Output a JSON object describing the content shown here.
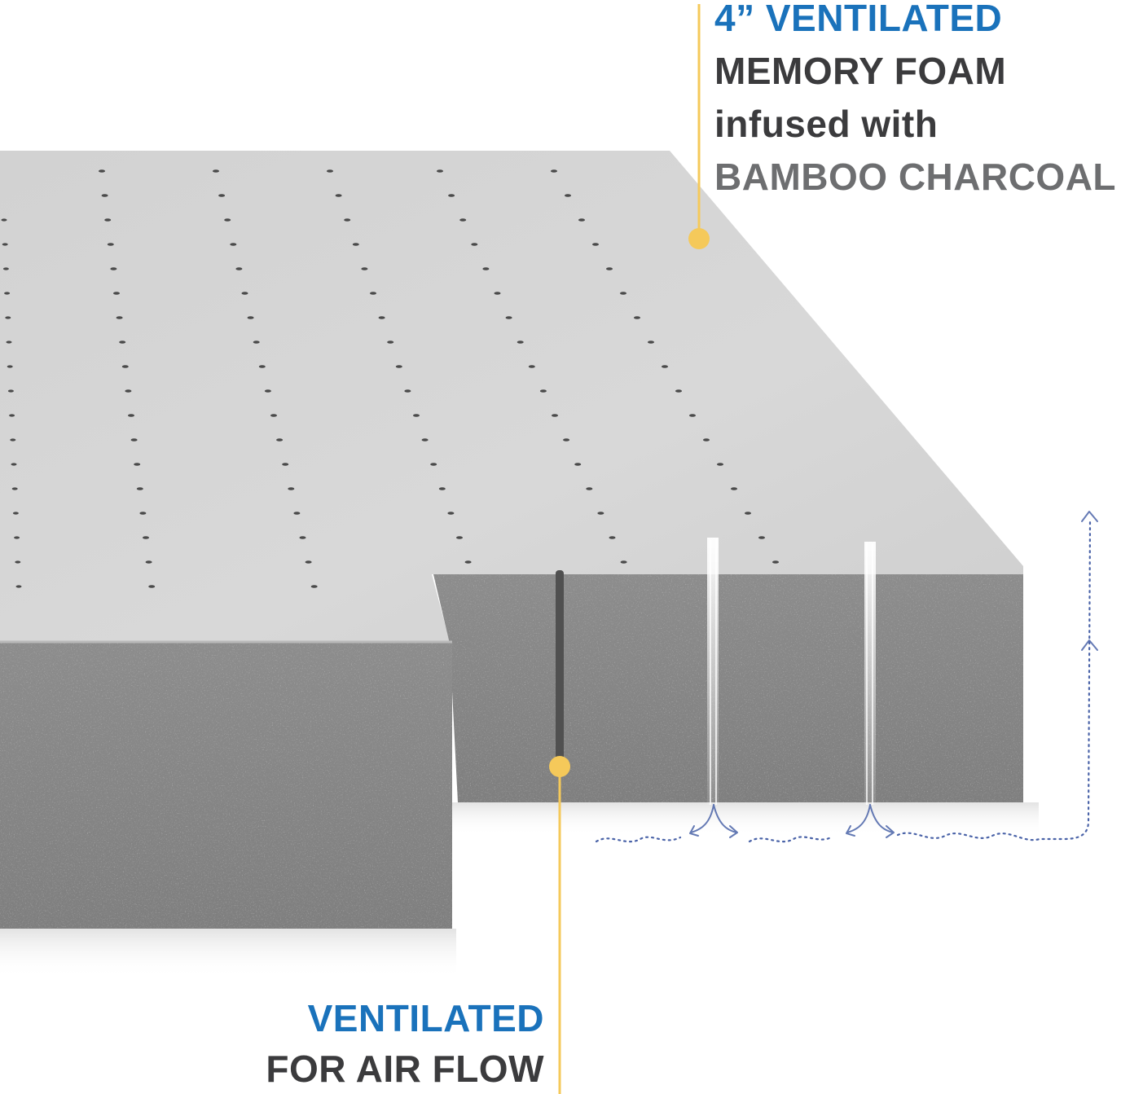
{
  "colors": {
    "accent_blue": "#1a72bb",
    "text_dark": "#3b3b3d",
    "text_grey": "#6d6e70",
    "callout_yellow": "#f5c95a",
    "airflow_blue": "#4a63a8",
    "foam_top": "#d6d6d6",
    "foam_side": "#8a8a8a"
  },
  "top_callout": {
    "line1": "4” VENTILATED",
    "line2": "MEMORY FOAM",
    "line3": "infused with",
    "line4": "BAMBOO CHARCOAL"
  },
  "bottom_callout": {
    "line1": "VENTILATED",
    "line2": "FOR AIR FLOW"
  },
  "icons": {
    "top_marker": "callout-dot-icon",
    "bottom_marker": "callout-dot-icon",
    "airflow": "airflow-arrows-icon"
  }
}
